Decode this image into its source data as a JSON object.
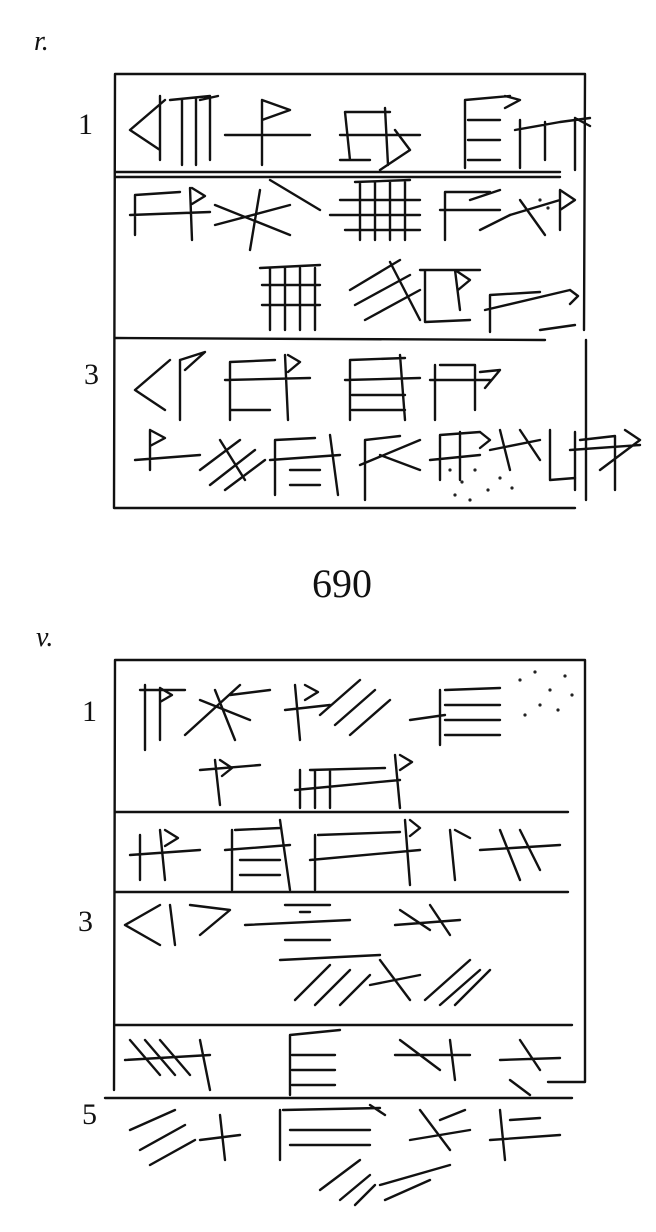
{
  "obverse": {
    "side_label": "r.",
    "line_numbers": [
      "1",
      "3"
    ]
  },
  "catalog_number": "690",
  "reverse": {
    "side_label": "v.",
    "line_numbers": [
      "1",
      "3",
      "5"
    ]
  },
  "ink_color": "#111111"
}
